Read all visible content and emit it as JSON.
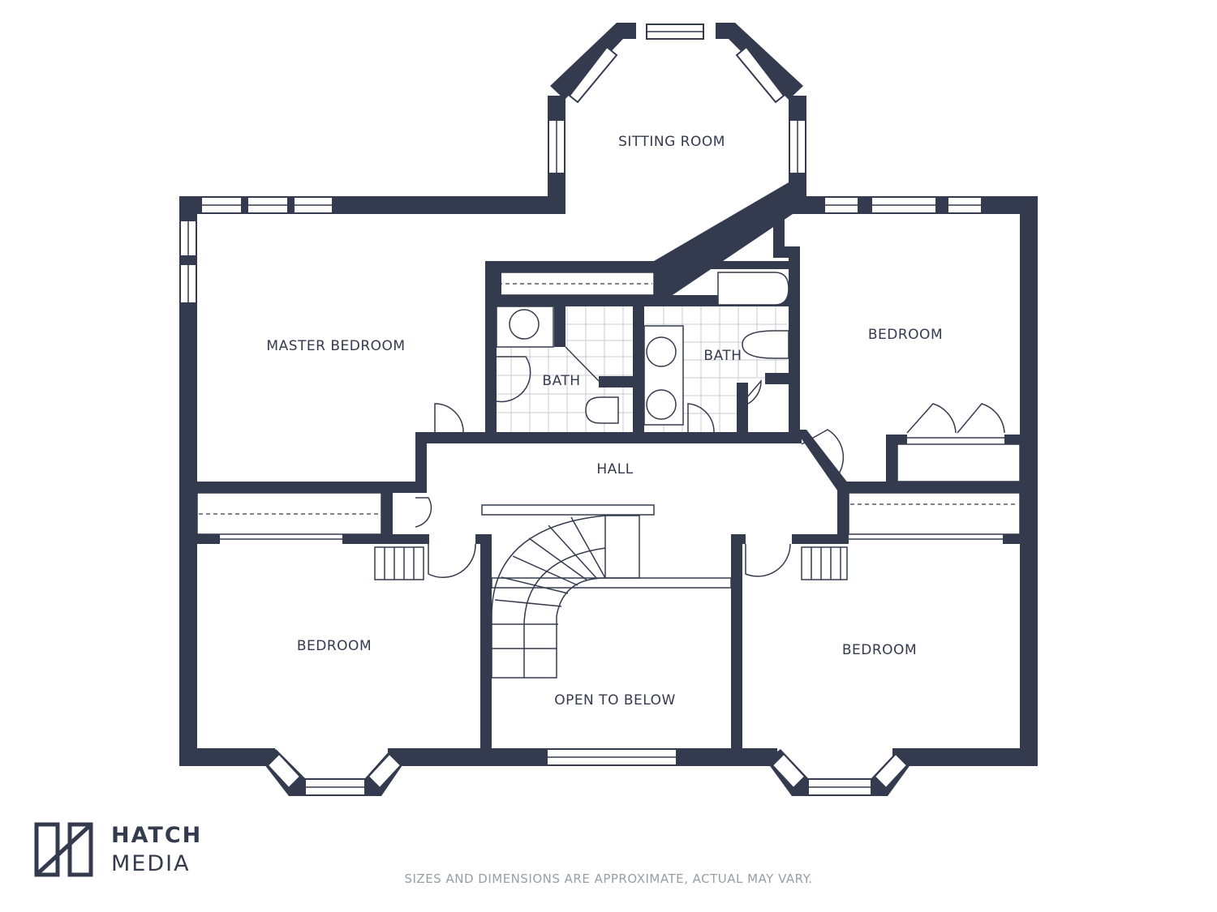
{
  "colors": {
    "wall": "#353b4e",
    "background": "#ffffff",
    "disclaimer": "#9a9da6"
  },
  "rooms": {
    "sitting_room": "SITTING ROOM",
    "master_bedroom": "MASTER BEDROOM",
    "bath_1": "BATH",
    "bath_2": "BATH",
    "bedroom_ne": "BEDROOM",
    "hall": "HALL",
    "bedroom_sw": "BEDROOM",
    "open_to_below": "OPEN TO BELOW",
    "bedroom_se": "BEDROOM"
  },
  "brand": {
    "line1": "HATCH",
    "line2": "MEDIA",
    "logo_icon": "hatch-media-logo-icon"
  },
  "disclaimer": "SIZES AND DIMENSIONS ARE APPROXIMATE, ACTUAL MAY VARY."
}
